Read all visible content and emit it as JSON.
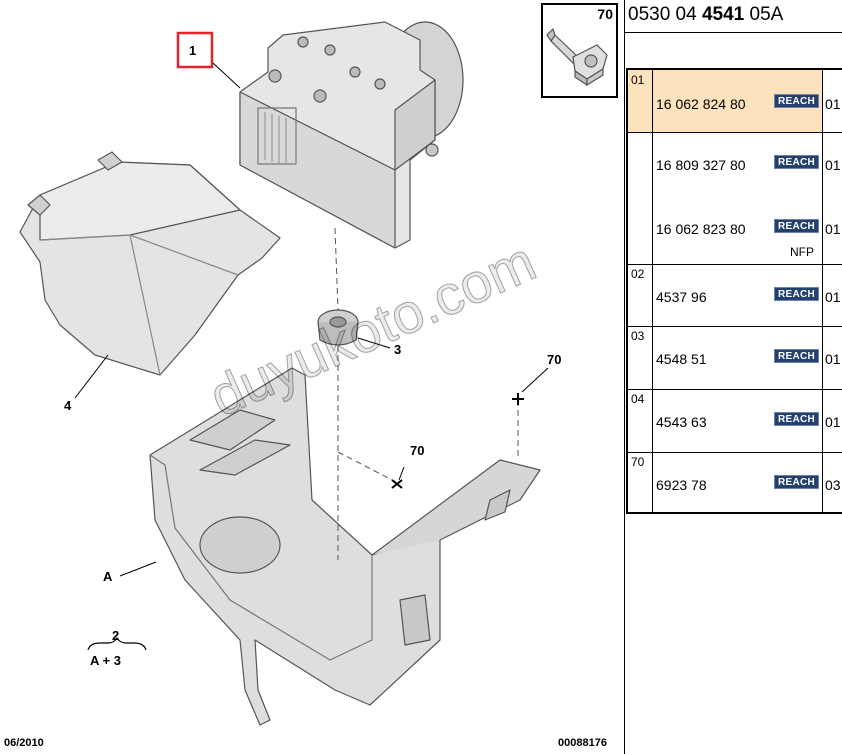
{
  "header": {
    "prefix": "0530 04",
    "bold": "4541",
    "suffix": "05A"
  },
  "thumbnail": {
    "label": "70",
    "icon": "bolt-icon"
  },
  "callouts": {
    "c1": "1",
    "c3": "3",
    "c4": "4",
    "cA": "A",
    "c70a": "70",
    "c70b": "70",
    "c2": "2",
    "cA3": "A + 3"
  },
  "table": {
    "rows": [
      {
        "ref": "01",
        "highlighted": true,
        "part": "16 062 824 80",
        "badge": "REACH",
        "qty": "01"
      },
      {
        "ref": "",
        "highlighted": false,
        "part": "16 809 327 80",
        "badge": "REACH",
        "qty": "01"
      },
      {
        "ref": "",
        "highlighted": false,
        "part": "16 062 823 80",
        "badge": "REACH",
        "qty": "01",
        "note": "NFP"
      },
      {
        "ref": "02",
        "highlighted": false,
        "part": "4537 96",
        "badge": "REACH",
        "qty": "01"
      },
      {
        "ref": "03",
        "highlighted": false,
        "part": "4548 51",
        "badge": "REACH",
        "qty": "01"
      },
      {
        "ref": "04",
        "highlighted": false,
        "part": "4543 63",
        "badge": "REACH",
        "qty": "01"
      },
      {
        "ref": "70",
        "highlighted": false,
        "part": "6923 78",
        "badge": "REACH",
        "qty": "03"
      }
    ]
  },
  "footer": {
    "date": "06/2010",
    "code": "00088176"
  },
  "watermark": "duyukoto.com",
  "colors": {
    "highlight": "#fce3bd",
    "badge": "#23406f",
    "callout_box": "#e0242b"
  }
}
